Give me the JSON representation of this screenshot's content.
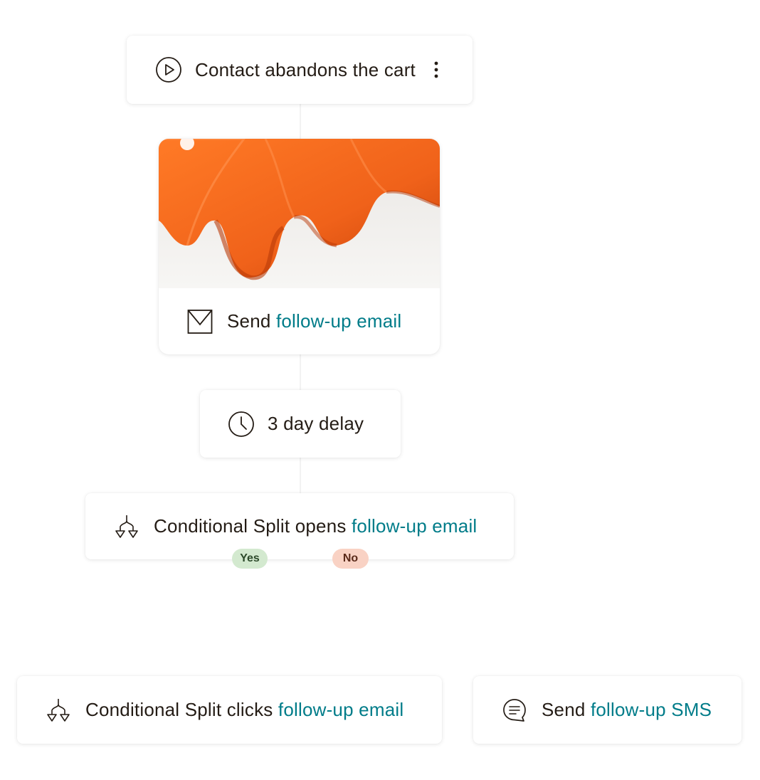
{
  "trigger": {
    "label": "Contact abandons the cart",
    "icon": "play-circle-icon",
    "menu_icon": "more-vertical-icon"
  },
  "email_step": {
    "prefix": "Send",
    "link": "follow-up email",
    "icon": "mail-icon",
    "image": "orange-fabric-product-image"
  },
  "delay_step": {
    "label": "3 day delay",
    "icon": "clock-icon"
  },
  "split_step": {
    "prefix": "Conditional Split opens",
    "link": "follow-up email",
    "icon": "split-icon",
    "yes_label": "Yes",
    "no_label": "No"
  },
  "click_split_step": {
    "prefix": "Conditional Split clicks",
    "link": "follow-up email",
    "icon": "split-icon"
  },
  "sms_step": {
    "prefix": "Send",
    "link": "follow-up SMS",
    "icon": "chat-bubble-icon"
  },
  "colors": {
    "accent": "#007c89",
    "text": "#241c15",
    "yes_bg": "#d3e9cf",
    "no_bg": "#f9d2c4",
    "fabric": "#f26b1d"
  }
}
